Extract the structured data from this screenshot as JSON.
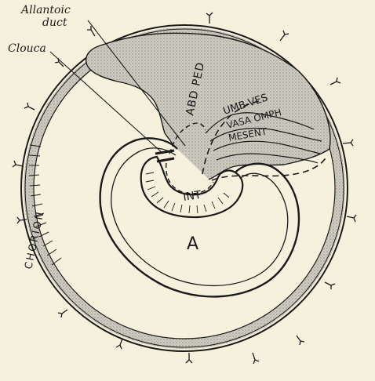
{
  "labels": {
    "allantoic_duct_line1": "Allantoic",
    "allantoic_duct_line2": "duct",
    "cloaca": "Clouca",
    "chorion": "CHORION",
    "abd_ped": "ABD PED",
    "umb_ves": "UMB-VES",
    "vasa_omph": "VASA OMPH",
    "mesent": "MESENT",
    "int": "INT",
    "amnion": "A"
  },
  "colors": {
    "background": "#f6f1dc",
    "ink": "#1a1a1a",
    "stipple": "#bdbab0"
  }
}
